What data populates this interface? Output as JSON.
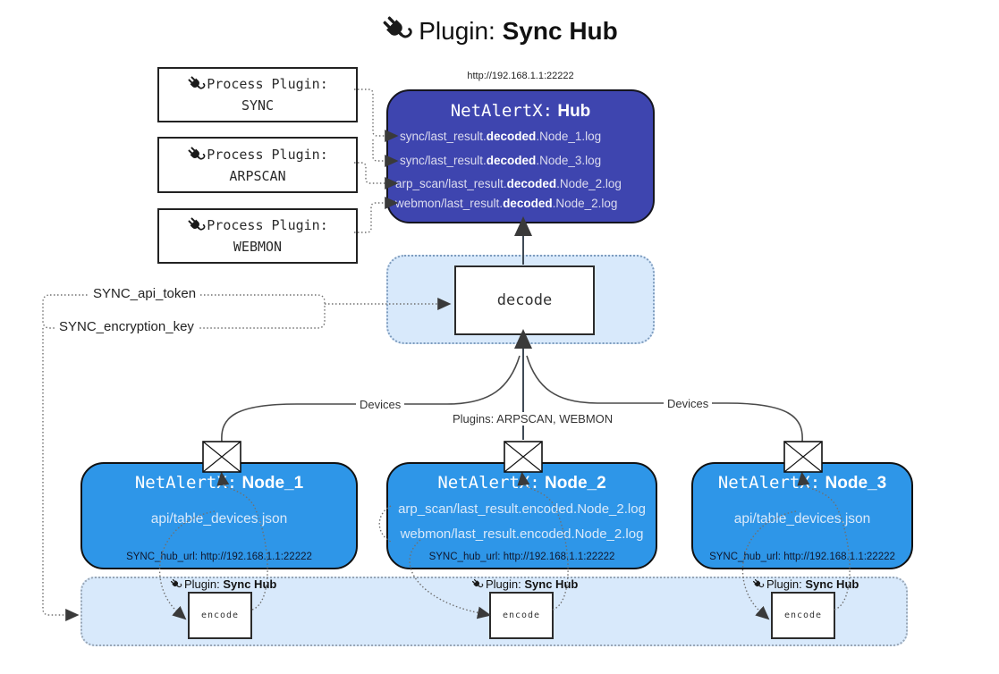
{
  "title": {
    "prefix": "Plugin:",
    "name": "Sync Hub"
  },
  "icons": {
    "plug": "plug-icon"
  },
  "colors": {
    "hub_fill": "#3E45AF",
    "node_fill": "#2E96E8",
    "zone_fill": "#D8E9FB",
    "box_border": "#222222",
    "line": "#4a4a4a",
    "light_text": "#DCDCEF"
  },
  "process_plugins": [
    {
      "label": "Process Plugin:",
      "name": "SYNC"
    },
    {
      "label": "Process Plugin:",
      "name": "ARPSCAN"
    },
    {
      "label": "Process Plugin:",
      "name": "WEBMON"
    }
  ],
  "hub": {
    "url": "http://192.168.1.1:22222",
    "name_prefix": "NetAlertX:",
    "name": "Hub",
    "logs": [
      {
        "pre": "sync/last_result.",
        "mid": "decoded",
        "post": ".Node_1.log"
      },
      {
        "pre": "sync/last_result.",
        "mid": "decoded",
        "post": ".Node_3.log"
      },
      {
        "pre": "arp_scan/last_result.",
        "mid": "decoded",
        "post": ".Node_2.log"
      },
      {
        "pre": "webmon/last_result.",
        "mid": "decoded",
        "post": ".Node_2.log"
      }
    ]
  },
  "decode": {
    "label": "decode"
  },
  "config_labels": {
    "api_token": "SYNC_api_token",
    "encryption_key": "SYNC_encryption_key"
  },
  "edge_labels": {
    "devices_left": "Devices",
    "plugins_center": "Plugins: ARPSCAN, WEBMON",
    "devices_right": "Devices"
  },
  "nodes": [
    {
      "name_prefix": "NetAlertX:",
      "name": "Node_1",
      "files": [
        "api/table_devices.json"
      ],
      "hub_url": "SYNC_hub_url: http://192.168.1.1:22222"
    },
    {
      "name_prefix": "NetAlertX:",
      "name": "Node_2",
      "files": [
        "arp_scan/last_result.encoded.Node_2.log",
        "webmon/last_result.encoded.Node_2.log"
      ],
      "hub_url": "SYNC_hub_url: http://192.168.1.1:22222"
    },
    {
      "name_prefix": "NetAlertX:",
      "name": "Node_3",
      "files": [
        "api/table_devices.json"
      ],
      "hub_url": "SYNC_hub_url: http://192.168.1.1:22222"
    }
  ],
  "encode_band": {
    "plugin_label_prefix": "Plugin:",
    "plugin_label_name": "Sync Hub",
    "encode_label": "encode"
  }
}
